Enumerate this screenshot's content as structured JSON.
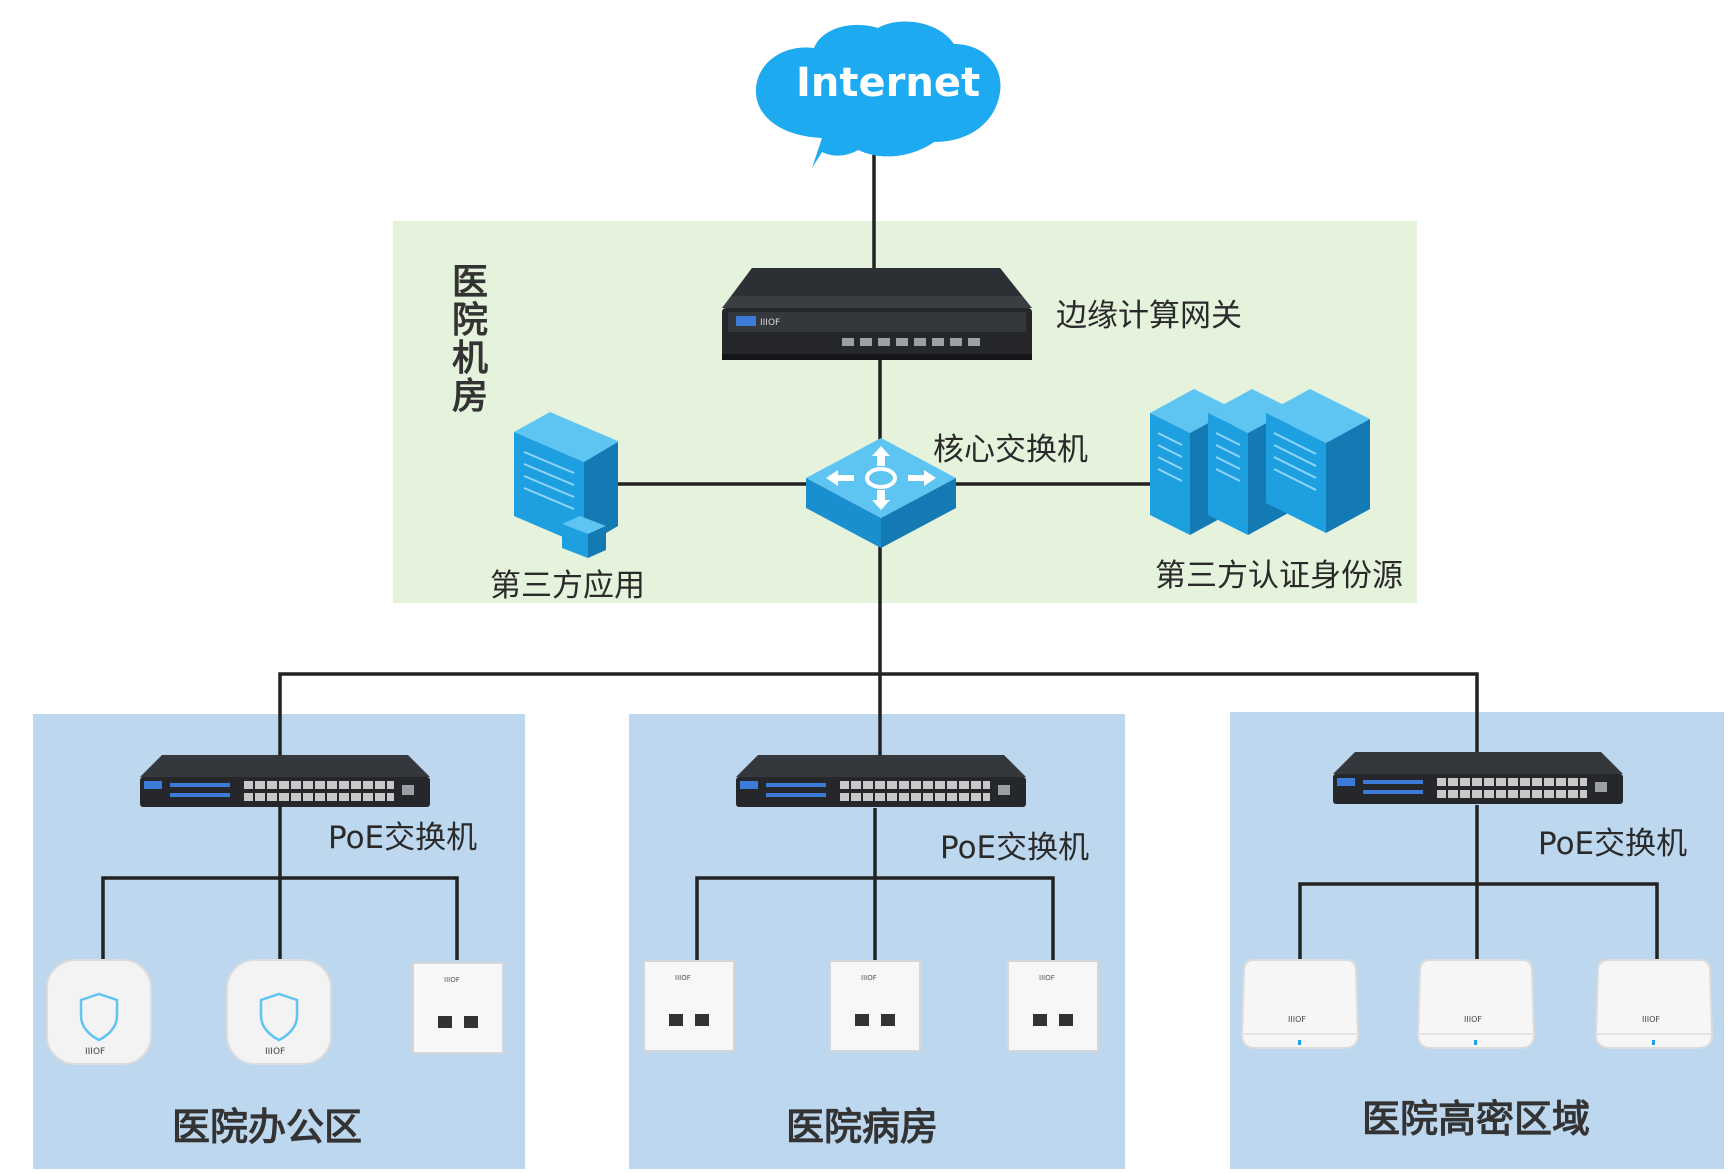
{
  "cloud": {
    "label": "Internet"
  },
  "server_room": {
    "label": "医院机房"
  },
  "gateway": {
    "label": "边缘计算网关"
  },
  "core_switch": {
    "label": "核心交换机"
  },
  "third_party_app": {
    "label": "第三方应用"
  },
  "auth_source": {
    "label": "第三方认证身份源"
  },
  "zones": [
    {
      "name": "医院办公区",
      "switch_label": "PoE交换机"
    },
    {
      "name": "医院病房",
      "switch_label": "PoE交换机"
    },
    {
      "name": "医院高密区域",
      "switch_label": "PoE交换机"
    }
  ],
  "colors": {
    "server_room_bg": "#e5f2dc",
    "zone_bg": "#bdd7ee",
    "cloud": "#1eaaf1",
    "link": "#222222",
    "device_blue": "#1e9fe0"
  }
}
